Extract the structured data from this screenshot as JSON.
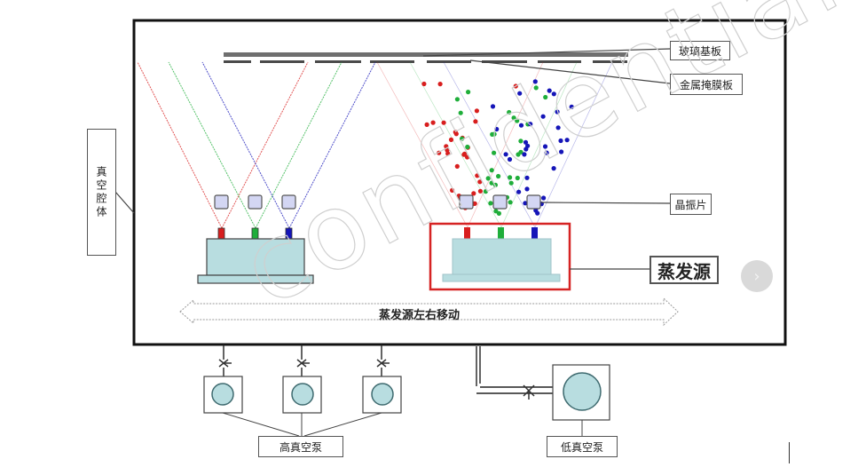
{
  "diagram": {
    "title": "Vacuum evaporation chamber schematic",
    "labels": {
      "glass_substrate": "玻璃基板",
      "metal_mask": "金属掩膜板",
      "vacuum_chamber": "真空腔体",
      "crystal_oscillator": "晶振片",
      "evaporation_source": "蒸发源",
      "source_movement": "蒸发源左右移动",
      "high_vacuum_pump": "高真空泵",
      "low_vacuum_pump": "低真空泵"
    },
    "watermark": "confidential",
    "colors": {
      "red_material": "#d81e1e",
      "green_material": "#1fae3a",
      "blue_material": "#1515b8",
      "source_body": "#b8dde0",
      "crystal": "#d3d6f3",
      "highlight": "#d62323",
      "frame": "#111111",
      "substrate": "#6f6f6f",
      "pump_disc": "#b8dde0"
    },
    "sources": [
      {
        "name": "left-evaporation-source",
        "cells": [
          "red",
          "green",
          "blue"
        ]
      },
      {
        "name": "right-evaporation-source",
        "cells": [
          "red",
          "green",
          "blue"
        ],
        "highlighted": true
      }
    ],
    "pumps": {
      "high_vacuum_count": 3,
      "low_vacuum_count": 1
    },
    "nav": {
      "next_icon": "chevron-right-icon",
      "next_glyph": "›"
    }
  }
}
